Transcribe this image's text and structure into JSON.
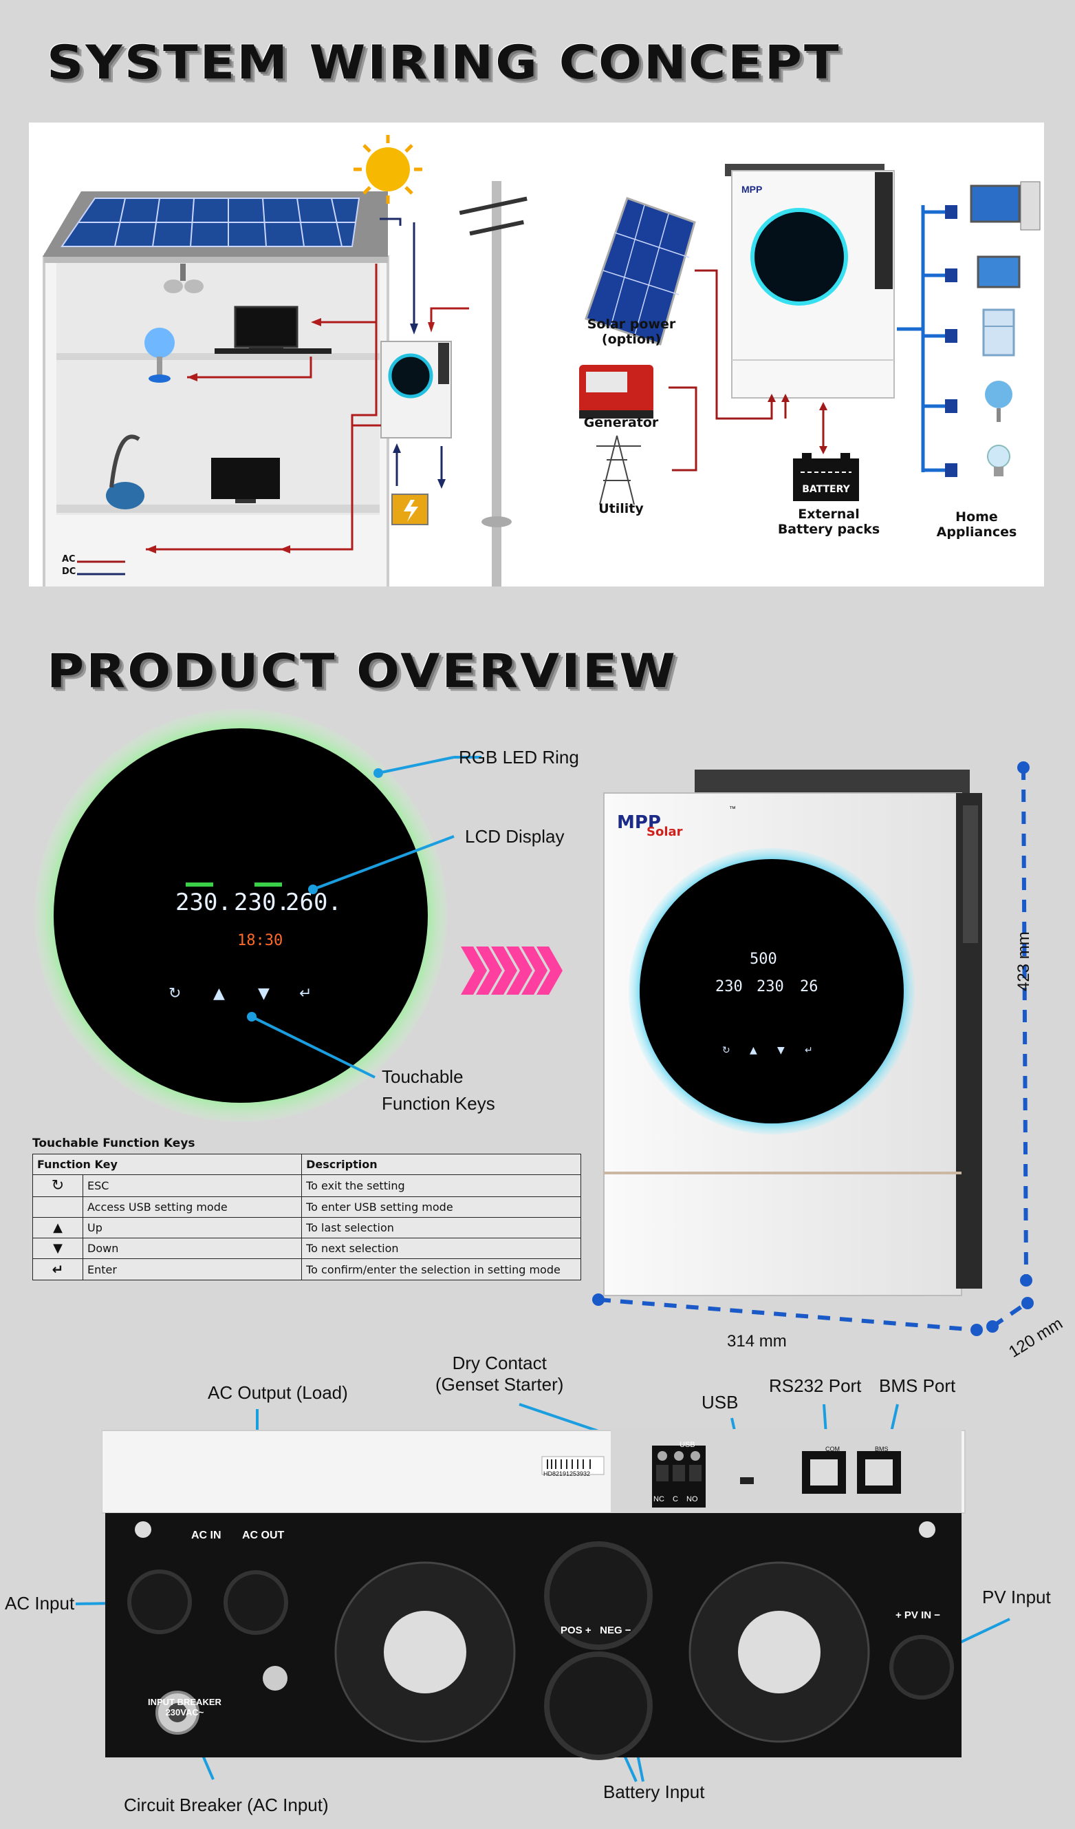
{
  "headings": {
    "wiring": "SYSTEM WIRING CONCEPT",
    "overview": "PRODUCT OVERVIEW"
  },
  "wiring": {
    "solar_label": "Solar power\n(option)",
    "generator_label": "Generator",
    "utility_label": "Utility",
    "battery_text": "BATTERY",
    "battery_label": "External\nBattery packs",
    "appliances_label": "Home Appliances",
    "legend": [
      {
        "label": "AC",
        "color": "#a01a1a"
      },
      {
        "label": "DC",
        "color": "#1c2a66"
      }
    ]
  },
  "overview": {
    "callouts": {
      "rgb_led": "RGB LED Ring",
      "lcd": "LCD Display",
      "keys": "Touchable\nFunction Keys"
    },
    "lcd_readings": [
      "230.",
      "230.",
      "260.",
      "18:30"
    ],
    "brand": {
      "mpp": "MPP",
      "solar": "Solar",
      "tm": "™"
    },
    "dimensions": {
      "height": "423 mm",
      "width": "314 mm",
      "depth": "120 mm"
    },
    "accent_color": "#1a8fd0"
  },
  "table": {
    "title": "Touchable Function Keys",
    "headers": [
      "Function Key",
      "Description"
    ],
    "rows": [
      {
        "icon": "↻",
        "icon_name": "esc-icon",
        "key": "ESC",
        "desc": "To exit the setting"
      },
      {
        "icon": "",
        "icon_name": "",
        "key": "Access USB setting mode",
        "desc": "To enter USB setting mode"
      },
      {
        "icon": "▲",
        "icon_name": "up-arrow-icon",
        "key": "Up",
        "desc": "To last selection"
      },
      {
        "icon": "▼",
        "icon_name": "down-arrow-icon",
        "key": "Down",
        "desc": "To next selection"
      },
      {
        "icon": "↵",
        "icon_name": "enter-icon",
        "key": "Enter",
        "desc": "To confirm/enter the selection in setting mode"
      }
    ]
  },
  "ports": {
    "ac_output": "AC Output (Load)",
    "dry_contact": "Dry Contact\n(Genset Starter)",
    "usb": "USB",
    "rs232": "RS232 Port",
    "bms": "BMS Port",
    "ac_input": "AC Input",
    "pv_input": "PV Input",
    "battery_input": "Battery Input",
    "circuit_breaker": "Circuit Breaker (AC Input)",
    "panel_ac_in": "AC IN",
    "panel_ac_out": "AC OUT",
    "panel_pv_in": "+ PV IN −",
    "panel_pos_neg": "POS +   NEG −",
    "panel_breaker": "INPUT BREAKER\n230VAC~",
    "dry_nc": "NC",
    "dry_c": "C",
    "dry_no": "NO",
    "barcode_text": "HD82191253932",
    "usb_small": "USB",
    "com_small": "COM",
    "bms_small": "BMS"
  }
}
